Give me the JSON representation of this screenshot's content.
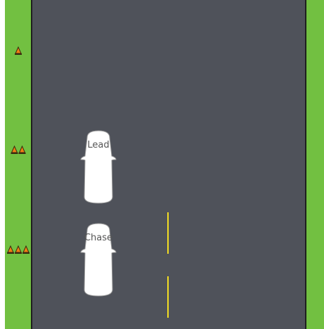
{
  "colors": {
    "grass": "#72c041",
    "road": "#4f525a",
    "road_edge": "#1f1f1f",
    "lane_marking": "#f3dd22",
    "car_body": "#ffffff",
    "car_outline": "#9a9a9a",
    "cone_orange": "#f07f12",
    "cone_dark": "#3a2a10"
  },
  "cars": [
    {
      "name": "lead-car",
      "label": "Lead",
      "icon": "car-top-view-icon"
    },
    {
      "name": "chase-car",
      "label": "Chase",
      "icon": "car-top-view-icon"
    }
  ],
  "cone_groups": [
    {
      "name": "cone-group-1",
      "count": 1,
      "icon": "traffic-cone-icon"
    },
    {
      "name": "cone-group-2",
      "count": 2,
      "icon": "traffic-cone-icon"
    },
    {
      "name": "cone-group-3",
      "count": 3,
      "icon": "traffic-cone-icon"
    }
  ]
}
